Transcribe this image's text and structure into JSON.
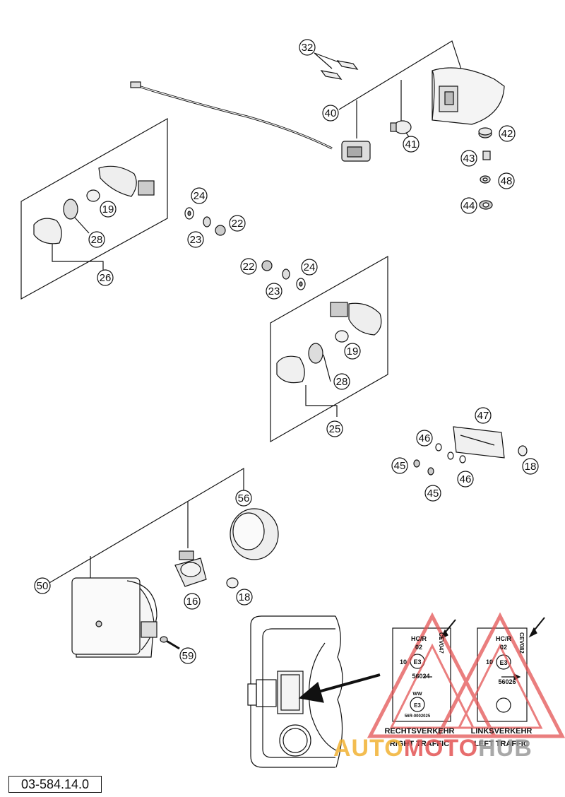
{
  "document_number": "03-584.14.0",
  "watermark": {
    "part1": "AUTO",
    "part2": "MOTO",
    "part3": "HUB",
    "color1": "#f2b233",
    "color2": "#e35454",
    "color3": "#9a9a9a"
  },
  "callouts": [
    "32",
    "40",
    "41",
    "42",
    "43",
    "48",
    "44",
    "24",
    "22",
    "23",
    "19",
    "28",
    "26",
    "22",
    "24",
    "23",
    "19",
    "28",
    "25",
    "47",
    "46",
    "45",
    "46",
    "45",
    "18",
    "56",
    "50",
    "16",
    "18",
    "59"
  ],
  "labels": {
    "right": {
      "code_top": "HC/R",
      "num": "02",
      "side_code": "CEV047",
      "ten": "10",
      "e_mark": "E3",
      "approval": "56024",
      "www": "WW",
      "e_mark2": "E3",
      "small": "56R-0002025",
      "caption_de": "RECHTSVERKEHR",
      "caption_en": "RIGHT TRAFFIC"
    },
    "left": {
      "code_top": "HC/R",
      "num": "02",
      "side_code": "CEV082",
      "ten": "10",
      "e_mark": "E3",
      "approval": "56026",
      "caption_de": "LINKSVERKEHR",
      "caption_en": "LEFT TRAFFIC"
    }
  }
}
